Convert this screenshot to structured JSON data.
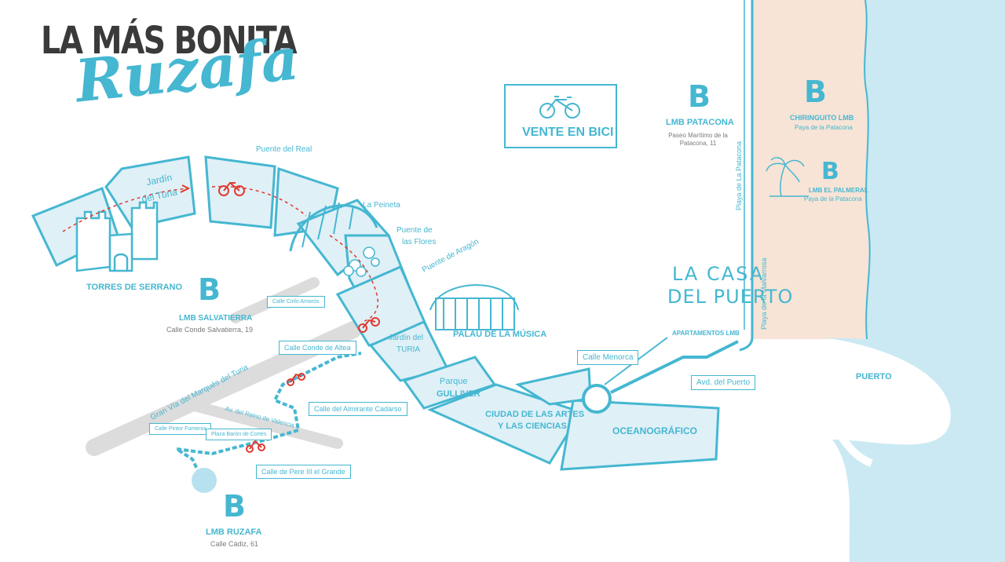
{
  "header": {
    "title": "LA MÁS BONITA",
    "script_title": "Ruzafa"
  },
  "colors": {
    "accent": "#45b7d1",
    "sea": "#cbe9f3",
    "sand": "#f7e4d6",
    "route": "#e03a2f",
    "text_dark": "#3a3a3a"
  },
  "bike_box": {
    "label": "VENTE EN BICI",
    "icon": "bicycle-icon"
  },
  "hotels": {
    "patacona": {
      "letter": "B",
      "name": "LMB PATACONA",
      "address": "Paseo Marítimo de la Patacona, 11"
    },
    "chiringuito": {
      "letter": "B",
      "name": "CHIRINGUITO LMB",
      "address": "Paya de la Patacona"
    },
    "palmeral": {
      "letter": "B",
      "name": "LMB EL PALMERAL",
      "address": "Paya de la Patacona"
    },
    "salvatierra": {
      "letter": "B",
      "name": "LMB SALVATIERRA",
      "address": "Calle Conde Salvatierra, 19"
    },
    "ruzafa": {
      "letter": "B",
      "name": "LMB RUZAFA",
      "address": "Calle Cádiz, 61"
    }
  },
  "casa_puerto": {
    "line1": "LA CASA",
    "line2": "DEL PUERTO",
    "sub": "APARTAMENTOS LMB"
  },
  "landmarks": {
    "torres": "TORRES DE SERRANO",
    "jardin1_a": "Jardín",
    "jardin1_b": "del Turia",
    "puente_real": "Puente del Real",
    "peineta": "La Peineta",
    "puente_flores_a": "Puente de",
    "puente_flores_b": "las Flores",
    "puente_aragon": "Puente de Aragón",
    "palau": "PALAU DE LA MÚSICA",
    "jardin2_a": "Jardín del",
    "jardin2_b": "TURIA",
    "gulliver_a": "Parque",
    "gulliver_b": "GULLIVER",
    "ciudad_a": "CIUDAD DE LAS ARTES",
    "ciudad_b": "Y LAS CIENCIAS",
    "oceanografico": "OCEANOGRÁFICO",
    "puerto": "PUERTO",
    "playa_patacona": "Playa de La Patacona",
    "playa_malvarrosa": "Playa de la Malvarrosa"
  },
  "streets": {
    "gran_via": "Gran Vía del Marqués del Turia",
    "reino": "Av. del Reino de Valencia"
  },
  "callouts": {
    "cirilo": "Calle Cirilo Amorós",
    "conde_altea": "Calle Conde de Altea",
    "almirante": "Calle del Almirante Cadarso",
    "pintor": "Calle Pintor Fumenia",
    "plaza": "Plaza Barón de Cortés",
    "pere": "Calle de Pere III el Grande",
    "menorca": "Calle Menorca",
    "puerto_av": "Avd. del Puerto"
  }
}
